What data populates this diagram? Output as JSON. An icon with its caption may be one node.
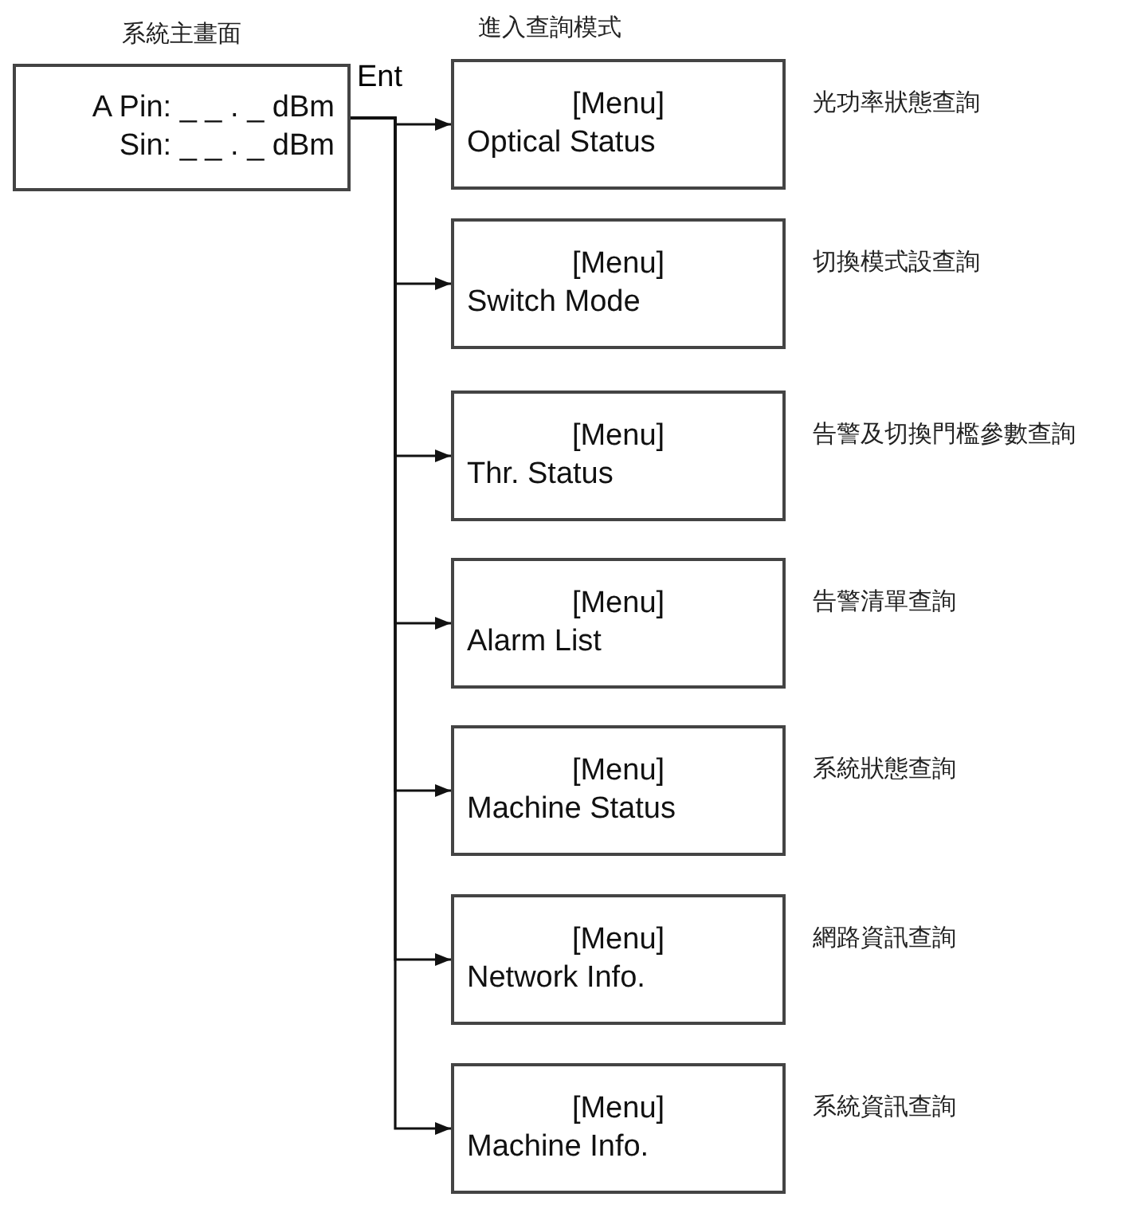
{
  "diagram": {
    "nodes": [
      {
        "text": [
          "系統主畫面",
          "A Pin: _ _ . _ dBm",
          "Sin: _ _ . _ dBm"
        ]
      },
      {
        "text": [
          "[Menu]",
          "Optical Status"
        ],
        "beside": [
          "光功率狀態查詢"
        ]
      },
      {
        "text": [
          "[Menu]",
          "Switch Mode"
        ],
        "beside": [
          "切換模式設查詢"
        ]
      },
      {
        "text": [
          "[Menu]",
          "Thr. Status"
        ],
        "beside": [
          "告警及切換門檻參數查詢"
        ]
      },
      {
        "text": [
          "[Menu]",
          "Alarm List"
        ],
        "beside": [
          "告警清單查詢"
        ]
      },
      {
        "text": [
          "[Menu]",
          "Machine Status"
        ],
        "beside": [
          "系統狀態查詢"
        ]
      },
      {
        "text": [
          "[Menu]",
          "Network Info."
        ],
        "beside": [
          "網路資訊查詢"
        ]
      },
      {
        "text": [
          "[Menu]",
          "Machine Info."
        ],
        "beside": [
          "系統資訊查詢"
        ]
      }
    ],
    "edges": [
      {
        "from": 0,
        "to": 1,
        "arrow": "to",
        "label": "Ent"
      },
      {
        "from": 0,
        "to": 2,
        "arrow": "to"
      },
      {
        "from": 0,
        "to": 3,
        "arrow": "to"
      },
      {
        "from": 0,
        "to": 4,
        "arrow": "to"
      },
      {
        "from": 0,
        "to": 5,
        "arrow": "to"
      },
      {
        "from": 0,
        "to": 6,
        "arrow": "to"
      },
      {
        "from": 0,
        "to": 7,
        "arrow": "to"
      }
    ],
    "labels": [
      "進入查詢模式"
    ]
  }
}
